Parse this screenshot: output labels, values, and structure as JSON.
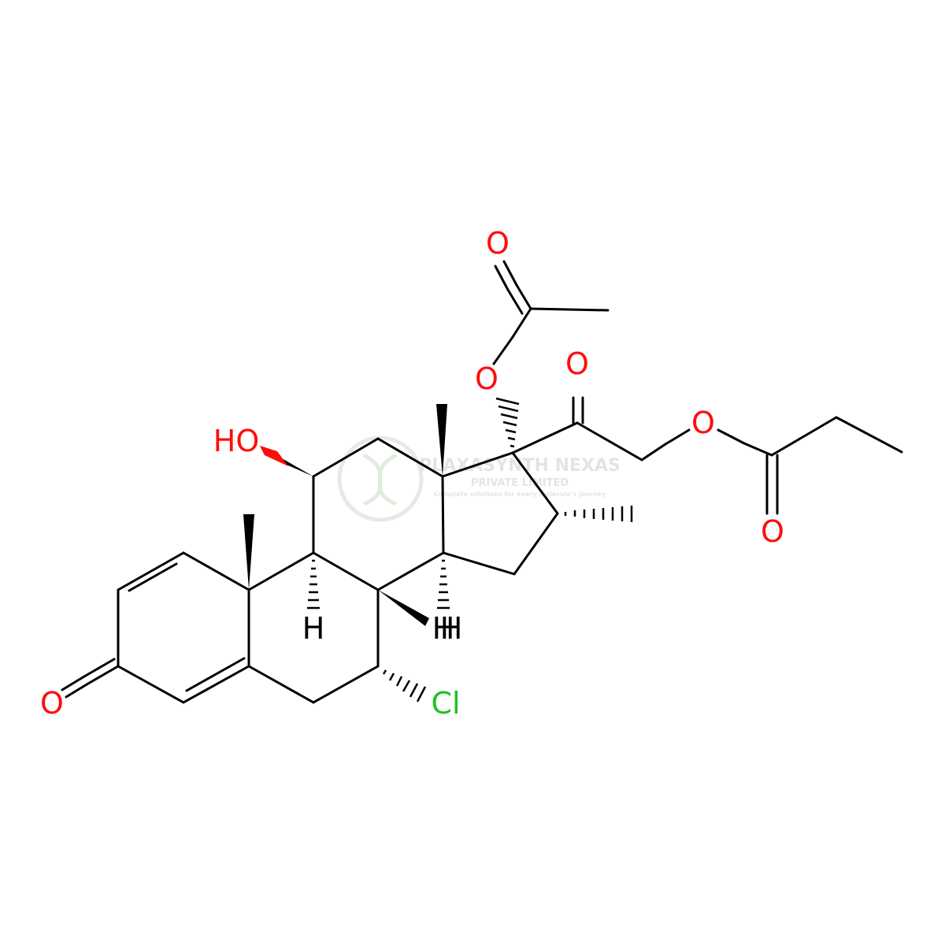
{
  "watermark": {
    "company": "PLAXASYNTH NEXAS",
    "subtitle": "PRIVATE LIMITED",
    "tagline": "Complete solutions for every molecule's journey"
  },
  "atoms": {
    "o_ketone_ring": "O",
    "hydroxyl": "HO",
    "h_9": "H",
    "h_14": "H",
    "h_8": "H",
    "chlorine": "Cl",
    "o_acetyl_ester": "O",
    "o_acetyl_carbonyl": "O",
    "o_c20_ketone": "O",
    "o_propionate_ester": "O",
    "o_propionate_carbonyl": "O"
  },
  "colors": {
    "oxygen": "#ff0d0d",
    "chlorine": "#1fc21f",
    "bond": "#000000"
  }
}
